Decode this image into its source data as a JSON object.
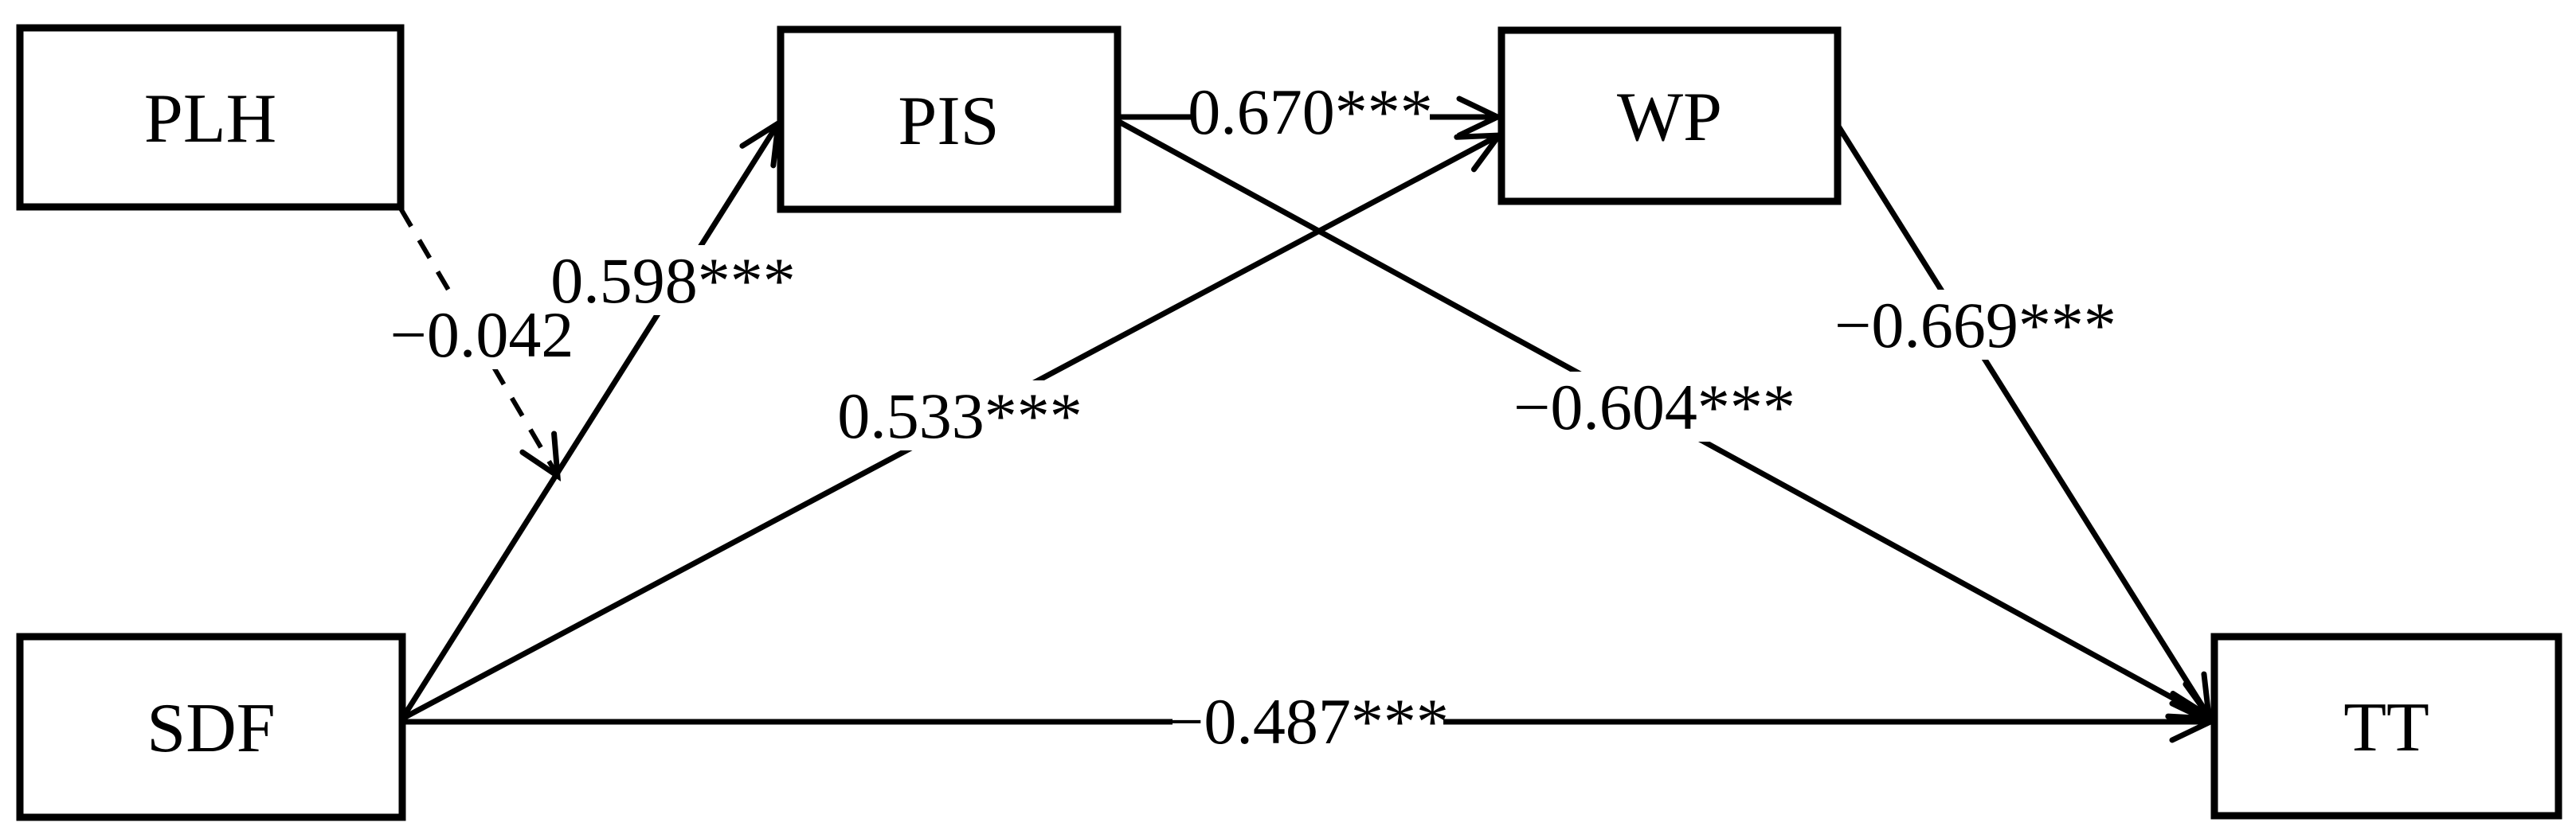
{
  "diagram": {
    "kind": "structural-path-model",
    "colors": {
      "background": "#ffffff",
      "line": "#000000",
      "box_fill": "#ffffff",
      "text": "#000000"
    },
    "nodes": [
      {
        "id": "PLH",
        "label": "PLH",
        "position": "top-left"
      },
      {
        "id": "PIS",
        "label": "PIS",
        "position": "top-middle"
      },
      {
        "id": "WP",
        "label": "WP",
        "position": "top-right"
      },
      {
        "id": "SDF",
        "label": "SDF",
        "position": "bottom-left"
      },
      {
        "id": "TT",
        "label": "TT",
        "position": "bottom-right"
      }
    ],
    "edges": [
      {
        "from": "PLH",
        "to": "SDF-PIS-path",
        "label": "−0.042",
        "style": "dashed",
        "significant": false
      },
      {
        "from": "SDF",
        "to": "PIS",
        "label": "0.598***",
        "style": "solid",
        "significant": true
      },
      {
        "from": "SDF",
        "to": "WP",
        "label": "0.533***",
        "style": "solid",
        "significant": true
      },
      {
        "from": "PIS",
        "to": "WP",
        "label": "0.670***",
        "style": "solid",
        "significant": true
      },
      {
        "from": "PIS",
        "to": "TT",
        "label": "−0.604***",
        "style": "solid",
        "significant": true
      },
      {
        "from": "WP",
        "to": "TT",
        "label": "−0.669***",
        "style": "solid",
        "significant": true
      },
      {
        "from": "SDF",
        "to": "TT",
        "label": "−0.487***",
        "style": "solid",
        "significant": true
      }
    ]
  }
}
